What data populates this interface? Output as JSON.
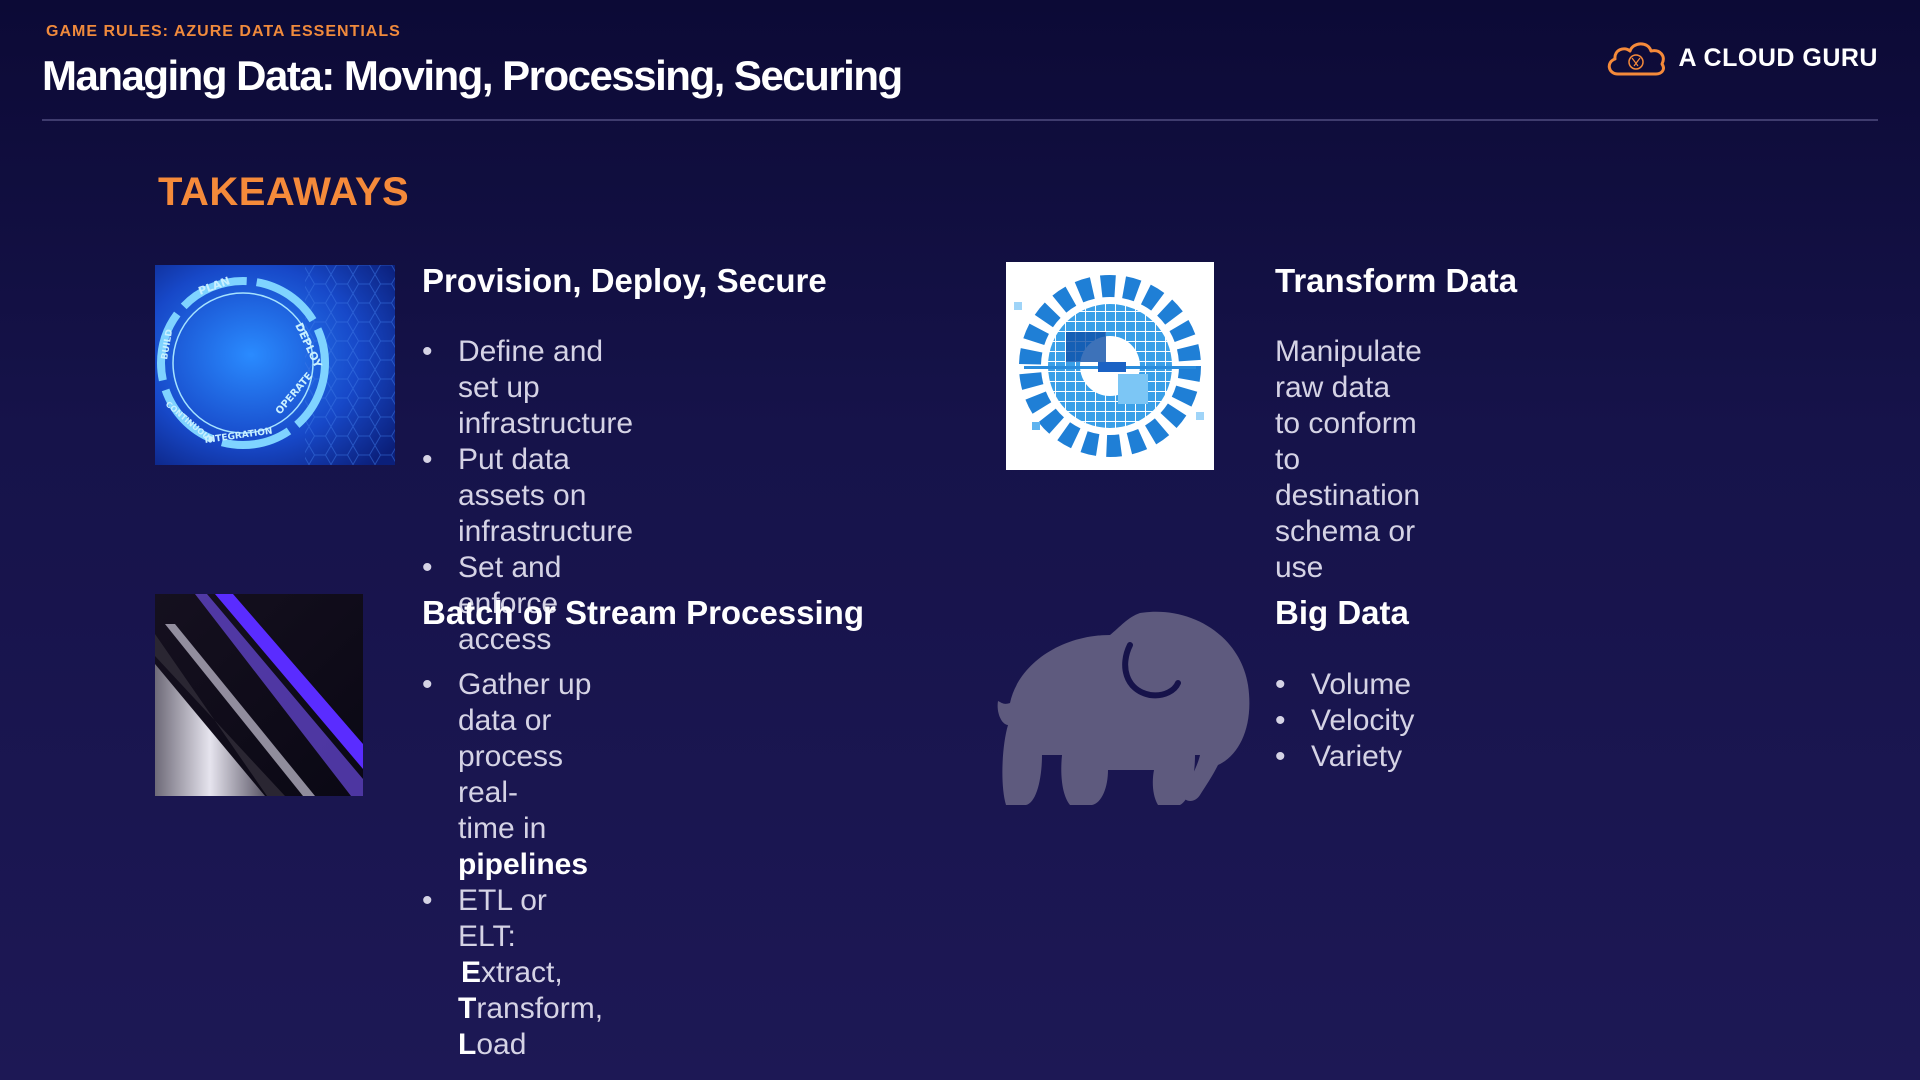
{
  "header": {
    "course_label": "GAME RULES: AZURE DATA ESSENTIALS",
    "title": "Managing Data: Moving, Processing, Securing",
    "logo_text": "A CLOUD GURU",
    "logo_icon": "cloud-logo-icon"
  },
  "section_heading": "TAKEAWAYS",
  "cards": {
    "provision": {
      "title": "Provision, Deploy, Secure",
      "image_icon": "devops-cycle-image",
      "image_labels": [
        "PLAN",
        "DEPLOY",
        "OPERATE",
        "INTEGRATION",
        "CONTINUOUS",
        "BUILD"
      ],
      "bullets": [
        "Define and set up infrastructure",
        "Put data assets on infrastructure",
        "Set and enforce access"
      ]
    },
    "transform": {
      "title": "Transform Data",
      "image_icon": "pixel-gear-image",
      "description_lines": [
        "Manipulate raw data to conform",
        "to destination schema or use"
      ]
    },
    "batch": {
      "title": "Batch or Stream Processing",
      "image_icon": "diagonal-streams-image",
      "bullet1_line1": "Gather up data or process real-",
      "bullet1_line2_prefix": "time in ",
      "bullet1_line2_bold": "pipelines",
      "bullet2_line1": "ETL or ELT:",
      "etl": {
        "e_bold": "E",
        "e_rest": "xtract, ",
        "t_bold": "T",
        "t_rest": "ransform, ",
        "l_bold": "L",
        "l_rest": "oad"
      }
    },
    "bigdata": {
      "title": "Big Data",
      "image_icon": "elephant-icon",
      "bullets": [
        "Volume",
        "Velocity",
        "Variety"
      ]
    }
  },
  "colors": {
    "accent_orange": "#f58a3a",
    "background": "#16134a",
    "body_text": "#d5d3e5",
    "elephant": "#5e5a7e"
  }
}
